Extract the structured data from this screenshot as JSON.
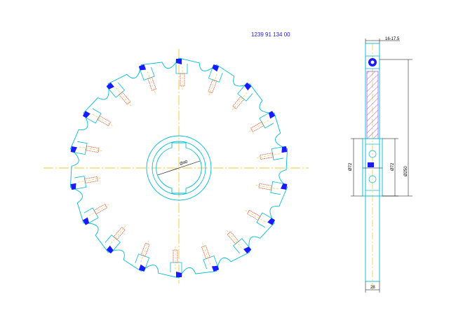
{
  "drawing": {
    "part_number": "1239 91 134 00",
    "front_view": {
      "bore_label": "Ø40",
      "tooth_count": 18
    },
    "side_view": {
      "width_range": "16-17.5",
      "dia_left": "Ø72",
      "dia_mid": "Ø72",
      "dia_outer": "Ø250",
      "bottom_width": "28"
    },
    "colors": {
      "outline": "#00bcd4",
      "centerline": "#e6b800",
      "insert": "#1a1aff",
      "screw": "#e0402a",
      "hatch": "#8a2be2",
      "dim": "#000000"
    }
  }
}
